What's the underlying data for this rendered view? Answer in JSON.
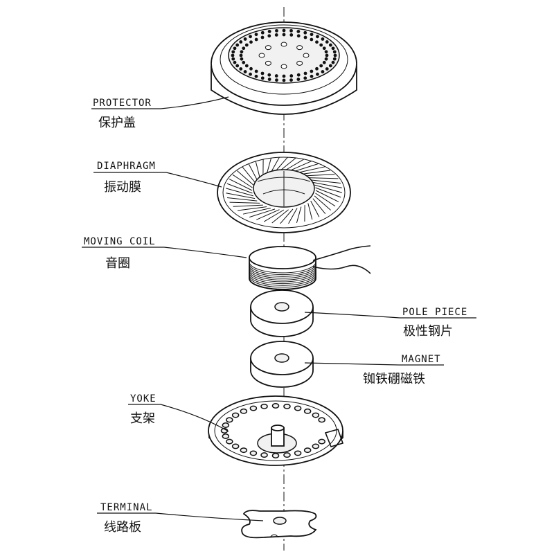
{
  "parts": [
    {
      "id": "protector",
      "en": "PROTECTOR",
      "zh": "保护盖"
    },
    {
      "id": "diaphragm",
      "en": "DIAPHRAGM",
      "zh": "振动膜"
    },
    {
      "id": "moving-coil",
      "en": "MOVING COIL",
      "zh": "音圈"
    },
    {
      "id": "pole-piece",
      "en": "POLE PIECE",
      "zh": "极性钢片"
    },
    {
      "id": "magnet",
      "en": "MAGNET",
      "zh": "铷铁硼磁铁"
    },
    {
      "id": "yoke",
      "en": "YOKE",
      "zh": "支架"
    },
    {
      "id": "terminal",
      "en": "TERMINAL",
      "zh": "线路板"
    }
  ]
}
